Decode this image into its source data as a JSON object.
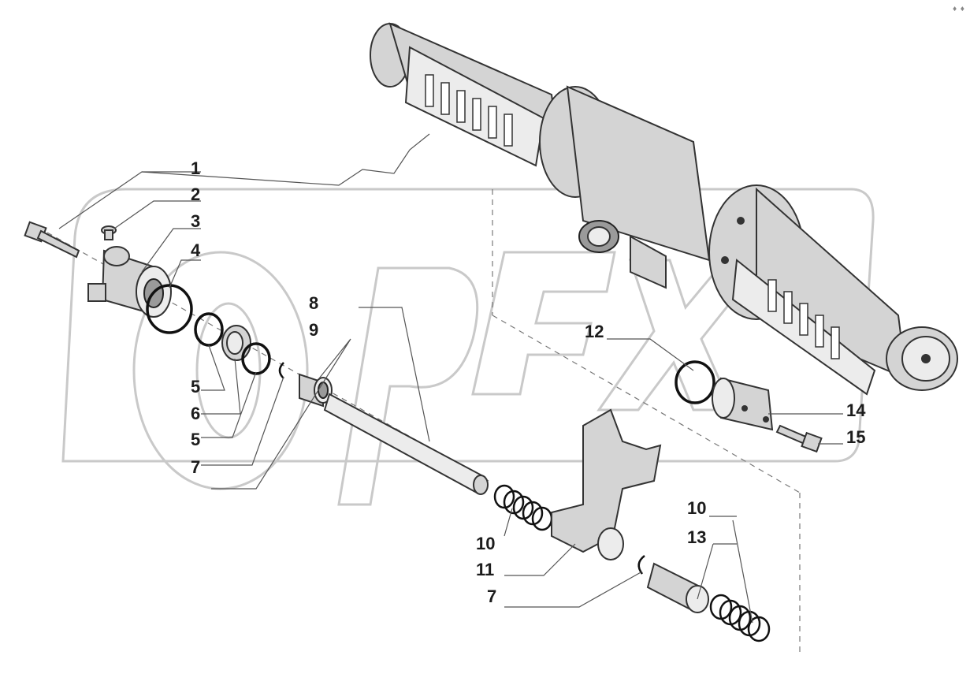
{
  "diagram": {
    "callouts": [
      {
        "id": "c1",
        "label": "1"
      },
      {
        "id": "c2",
        "label": "2"
      },
      {
        "id": "c3",
        "label": "3"
      },
      {
        "id": "c4",
        "label": "4"
      },
      {
        "id": "c5a",
        "label": "5"
      },
      {
        "id": "c6",
        "label": "6"
      },
      {
        "id": "c5b",
        "label": "5"
      },
      {
        "id": "c7a",
        "label": "7"
      },
      {
        "id": "c8",
        "label": "8"
      },
      {
        "id": "c9",
        "label": "9"
      },
      {
        "id": "c12",
        "label": "12"
      },
      {
        "id": "c14",
        "label": "14"
      },
      {
        "id": "c15",
        "label": "15"
      },
      {
        "id": "c10a",
        "label": "10"
      },
      {
        "id": "c11",
        "label": "11"
      },
      {
        "id": "c7b",
        "label": "7"
      },
      {
        "id": "c10b",
        "label": "10"
      },
      {
        "id": "c13",
        "label": "13"
      }
    ],
    "watermark_text": "OPEX",
    "corner_mark": "♦ ♦"
  }
}
